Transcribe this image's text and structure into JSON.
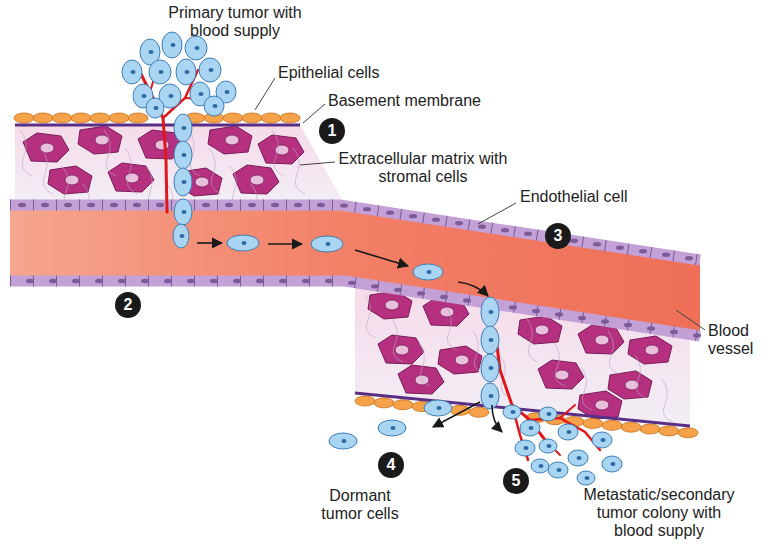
{
  "diagram": {
    "labels": [
      "Primary tumor with blood supply",
      "Epithelial cells",
      "Basement membrane",
      "1",
      "Extracellular matrix with stromal cells",
      "Endothelial cell",
      "2",
      "3",
      "Blood vessel",
      "4",
      "5",
      "Dormant tumor cells",
      "Metastatic/secondary tumor colony with blood supply"
    ]
  }
}
